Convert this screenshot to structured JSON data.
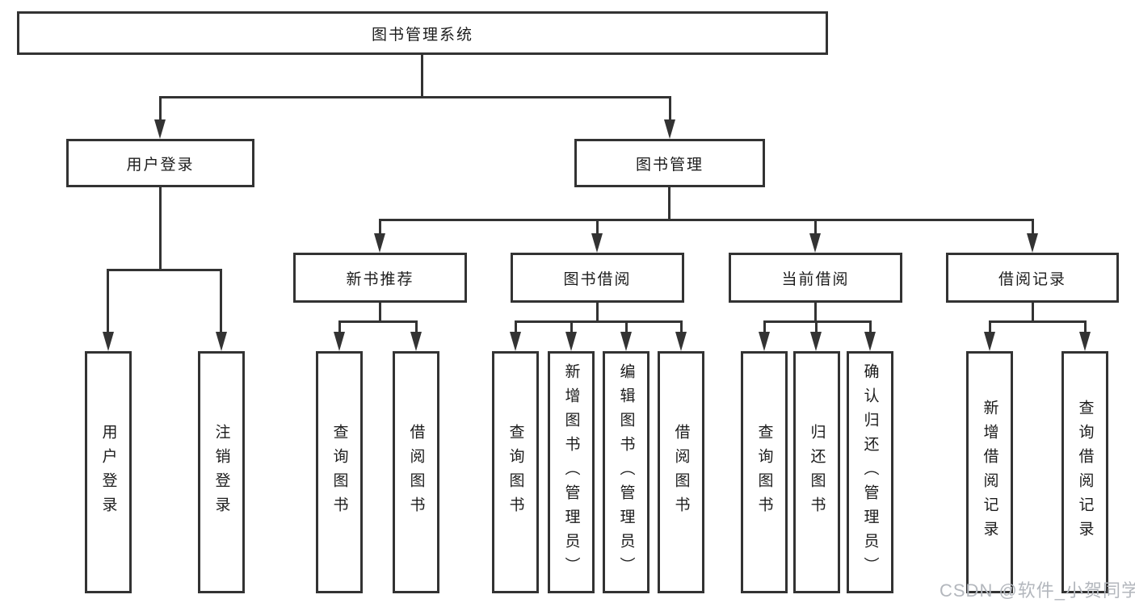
{
  "tree": {
    "root": {
      "label": "图书管理系统",
      "children": [
        {
          "label": "用户登录",
          "children": [
            {
              "label": "用户登录"
            },
            {
              "label": "注销登录"
            }
          ]
        },
        {
          "label": "图书管理",
          "children": [
            {
              "label": "新书推荐",
              "children": [
                {
                  "label": "查询图书"
                },
                {
                  "label": "借阅图书"
                }
              ]
            },
            {
              "label": "图书借阅",
              "children": [
                {
                  "label": "查询图书"
                },
                {
                  "label": "新增图书（管理员）"
                },
                {
                  "label": "编辑图书（管理员）"
                },
                {
                  "label": "借阅图书"
                }
              ]
            },
            {
              "label": "当前借阅",
              "children": [
                {
                  "label": "查询图书"
                },
                {
                  "label": "归还图书"
                },
                {
                  "label": "确认归还（管理员）"
                }
              ]
            },
            {
              "label": "借阅记录",
              "children": [
                {
                  "label": "新增借阅记录"
                },
                {
                  "label": "查询借阅记录"
                }
              ]
            }
          ]
        }
      ]
    }
  },
  "watermark": {
    "text": "CSDN @软件_小贺同学"
  },
  "colors": {
    "line": "#333333",
    "text": "#1c1c1c",
    "watermark": "#b3b7bd",
    "background": "#ffffff"
  }
}
